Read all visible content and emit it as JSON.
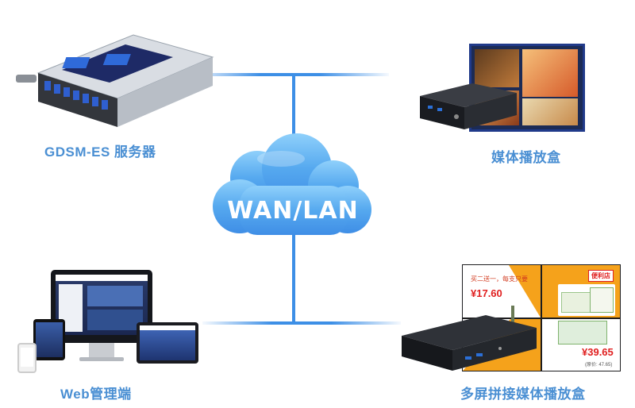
{
  "network": {
    "cloud_label": "WAN/LAN"
  },
  "nodes": {
    "server": {
      "caption": "GDSM-ES 服务器"
    },
    "media_box": {
      "caption": "媒体播放盒"
    },
    "web_admin": {
      "caption": "Web管理端"
    },
    "splice_box": {
      "caption": "多屏拼接媒体播放盒"
    }
  },
  "splice_screen": {
    "promo_text": "买二送一，每支只要",
    "price_left": "¥17.60",
    "store_badge": "便利店",
    "price_right": "¥39.65",
    "price_note": "(原价: 47.65)"
  },
  "colors": {
    "line": "#3d8fe6",
    "caption": "#4a8fd3",
    "cloud": "#5aa9ee",
    "promo_orange": "#f5a21b",
    "price_red": "#e02020"
  }
}
